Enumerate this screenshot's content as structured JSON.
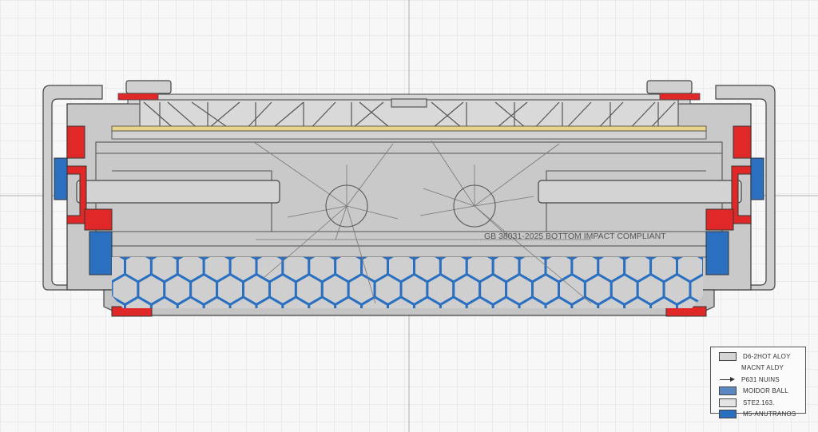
{
  "diagram": {
    "annotation": "GB 38031-2025 BOTTOM IMPACT COMPLIANT",
    "colors": {
      "background": "#f7f7f7",
      "grid": "#dcdcdc",
      "casing": "#c9c9c9",
      "casing_stroke": "#444444",
      "seal_red": "#e02828",
      "seal_blue": "#2a6fc0",
      "cell_yellow": "#e8d58a",
      "honeycomb": "#2a6fc0"
    }
  },
  "legend": {
    "items": [
      {
        "label": "D6-2HOT ALOY",
        "swatch": "#d4d4d4",
        "kind": "box"
      },
      {
        "label": "MACNT ALDY",
        "swatch": "#ffffff",
        "kind": "none"
      },
      {
        "label": "P631 NUINS",
        "swatch": "#333333",
        "kind": "arrow"
      },
      {
        "label": "MOIDOR BALL",
        "swatch": "#5b87c2",
        "kind": "box"
      },
      {
        "label": "STE2.163.",
        "swatch": "#e4e4e4",
        "kind": "box"
      },
      {
        "label": "M5-ANUTRANOS",
        "swatch": "#2a6fc0",
        "kind": "box"
      }
    ]
  }
}
